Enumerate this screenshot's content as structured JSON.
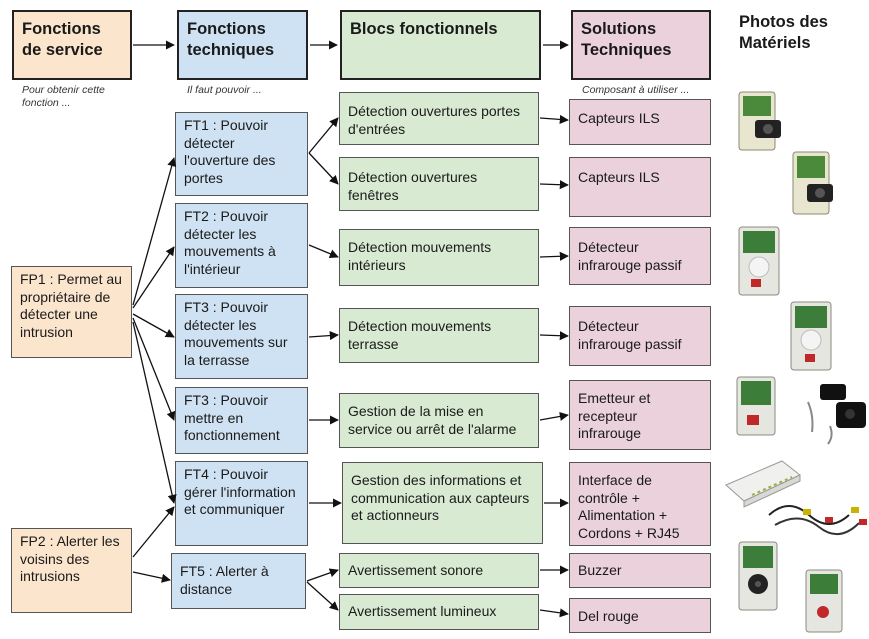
{
  "headers": {
    "service": "Fonctions de service",
    "techniques": "Fonctions techniques",
    "blocs": "Blocs fonctionnels",
    "solutions": "Solutions Techniques",
    "photos": "Photos des Matériels"
  },
  "subtitles": {
    "service": "Pour obtenir cette fonction ...",
    "techniques": "Il faut pouvoir ...",
    "solutions": "Composant à utiliser ..."
  },
  "service_functions": [
    "FP1 : Permet au propriétaire de détecter une intrusion",
    "FP2 : Alerter les voisins des intrusions"
  ],
  "technical_functions": [
    "FT1 : Pouvoir détecter l'ouverture des portes",
    "FT2 : Pouvoir détecter les mouvements à l'intérieur",
    "FT3 : Pouvoir détecter les mouvements sur la terrasse",
    "FT3 : Pouvoir mettre en fonctionnement",
    "FT4 : Pouvoir gérer l'information et communiquer",
    "FT5 : Alerter à distance"
  ],
  "functional_blocks": [
    "Détection ouvertures portes d'entrées",
    "Détection ouvertures fenêtres",
    "Détection mouvements intérieurs",
    "Détection mouvements terrasse",
    "Gestion de la mise en service ou arrêt de l'alarme",
    "Gestion des informations et communication aux capteurs et actionneurs",
    "Avertissement sonore",
    "Avertissement lumineux"
  ],
  "technical_solutions": [
    "Capteurs ILS",
    "Capteurs ILS",
    "Détecteur infrarouge passif",
    "Détecteur infrarouge passif",
    "Emetteur et recepteur infrarouge",
    "Interface de contrôle + Alimentation + Cordons + RJ45",
    "Buzzer",
    "Del rouge"
  ],
  "colors": {
    "service": "#fce5cd",
    "technique": "#cfe2f3",
    "bloc": "#d9ead3",
    "solution": "#ead1dc"
  }
}
